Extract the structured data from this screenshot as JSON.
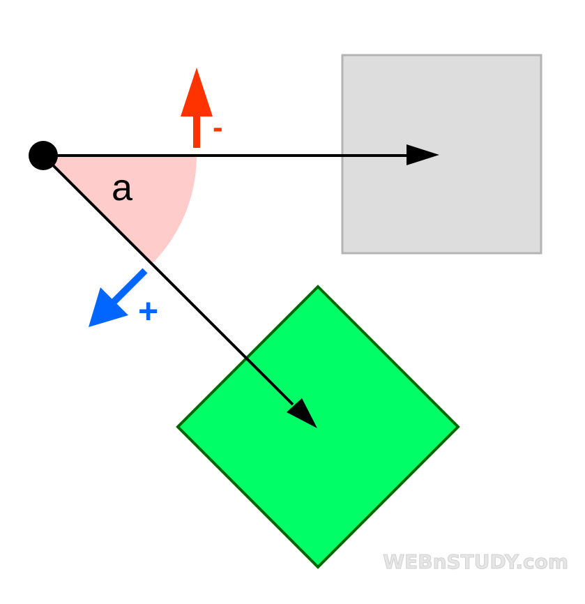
{
  "diagram": {
    "angle_label": "a",
    "minus_label": "-",
    "plus_label": "+",
    "watermark": "WEBnSTUDY.com"
  },
  "colors": {
    "origin_dot": "#000000",
    "vector_line": "#000000",
    "angle_wedge": "#ffcccc",
    "negative_arrow": "#ff3300",
    "positive_arrow": "#0066ff",
    "original_square_fill": "#dddddd",
    "original_square_stroke": "#b3b3b3",
    "rotated_square_fill": "#00ff66",
    "rotated_square_stroke": "#006600",
    "watermark": "#e0e0e0"
  },
  "rotation": {
    "angle_degrees": 45,
    "negative_direction": "counter-clockwise",
    "positive_direction": "clockwise"
  },
  "icons": {
    "origin": "origin-point-icon",
    "negative": "arrow-up-icon",
    "positive": "arrow-down-left-icon"
  }
}
